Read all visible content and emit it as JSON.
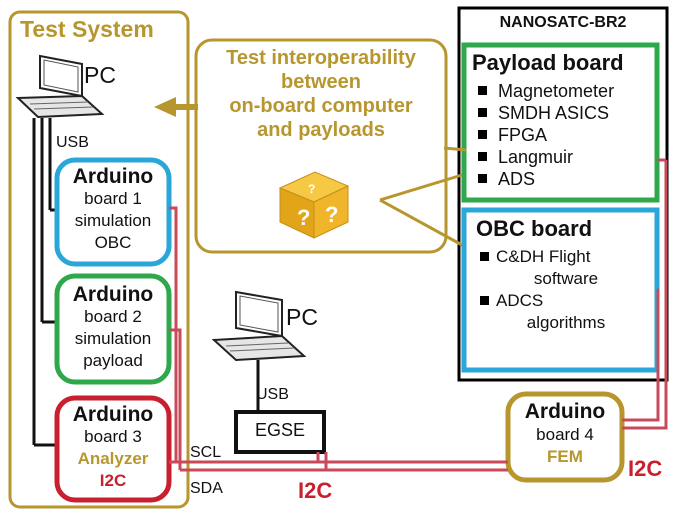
{
  "test_system": {
    "title": "Test System",
    "pc_label": "PC",
    "usb_label": "USB",
    "arduino1": {
      "title": "Arduino",
      "line1": "board 1",
      "line2": "simulation",
      "line3": "OBC"
    },
    "arduino2": {
      "title": "Arduino",
      "line1": "board 2",
      "line2": "simulation",
      "line3": "payload"
    },
    "arduino3": {
      "title": "Arduino",
      "line1": "board 3",
      "line2": "Analyzer",
      "line3": "I2C"
    }
  },
  "middle": {
    "callout_lines": [
      "Test interoperability",
      "between",
      "on-board computer",
      "and payloads"
    ],
    "pc_label": "PC",
    "usb_label": "USB",
    "egse_label": "EGSE",
    "scl_label": "SCL",
    "sda_label": "SDA",
    "i2c_label": "I2C"
  },
  "nanosat": {
    "title": "NANOSATC-BR2",
    "payload_board": {
      "title": "Payload board",
      "items": [
        "Magnetometer",
        "SMDH ASICS",
        "FPGA",
        "Langmuir",
        "ADS"
      ]
    },
    "obc_board": {
      "title": "OBC board",
      "items": [
        "C&DH Flight",
        "software",
        "ADCS",
        "algorithms"
      ]
    }
  },
  "arduino4": {
    "title": "Arduino",
    "line1": "board 4",
    "line2": "FEM"
  },
  "right_i2c_label": "I2C",
  "colors": {
    "gold": "#b8962e",
    "gold_text": "#b8962e",
    "blue": "#2aa6d8",
    "green": "#2ea84a",
    "red": "#c8202e",
    "bus_red": "#c84a5a",
    "black": "#111111"
  }
}
